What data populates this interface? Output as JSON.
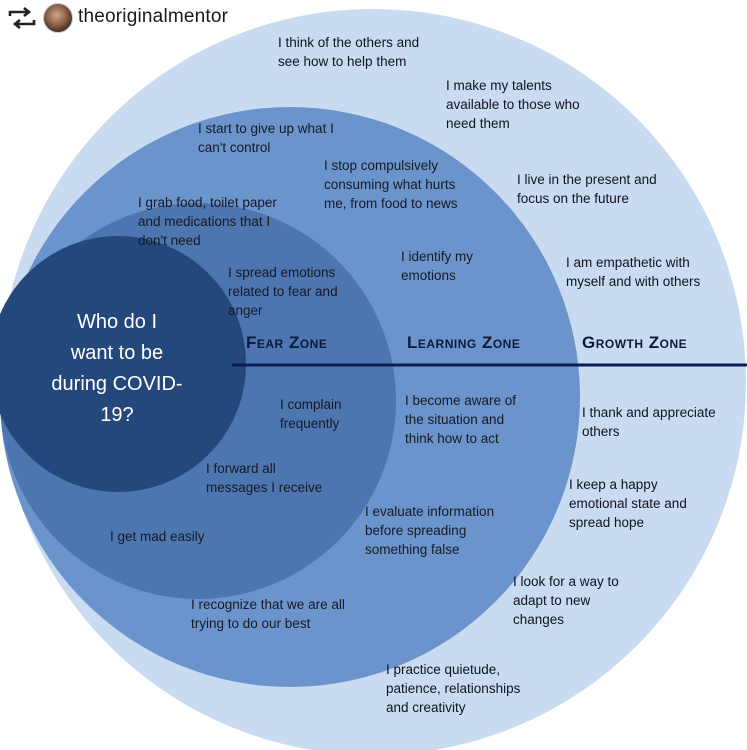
{
  "header": {
    "username": "theoriginalmentor",
    "repost_icon": "repost-icon",
    "avatar_icon": "profile-avatar"
  },
  "colors": {
    "growth_zone": "#c9dbf0",
    "learning_zone": "#6c94cc",
    "fear_zone": "#4d75b0",
    "center": "#24487c",
    "divider": "#0c1d52"
  },
  "center_question": "Who do I\nwant to be\nduring COVID-\n19?",
  "zones": {
    "fear": "Fear Zone",
    "learning": "Learning Zone",
    "growth": "Growth Zone"
  },
  "fear_items": [
    "I grab food, toilet paper\nand medications that I\ndon't need",
    "I spread emotions\nrelated to fear and\nanger",
    "I complain\nfrequently",
    "I forward all\nmessages I receive",
    "I get mad easily"
  ],
  "learning_items": [
    "I start to give up what I\ncan't control",
    "I stop compulsively\nconsuming what hurts\nme, from food to news",
    "I identify my\nemotions",
    "I become aware of\nthe situation and\nthink how to act",
    "I evaluate information\nbefore spreading\nsomething false",
    "I recognize that we are all\ntrying to do our best"
  ],
  "growth_items": [
    "I think of the others and\nsee how to help them",
    "I make my talents\navailable to those who\nneed them",
    "I live in the present and\nfocus on the future",
    "I am empathetic with\nmyself and with others",
    "I thank and appreciate\nothers",
    "I keep a happy\nemotional state and\nspread hope",
    "I look for a way to\nadapt to new\nchanges",
    "I practice quietude,\npatience, relationships\nand creativity"
  ]
}
